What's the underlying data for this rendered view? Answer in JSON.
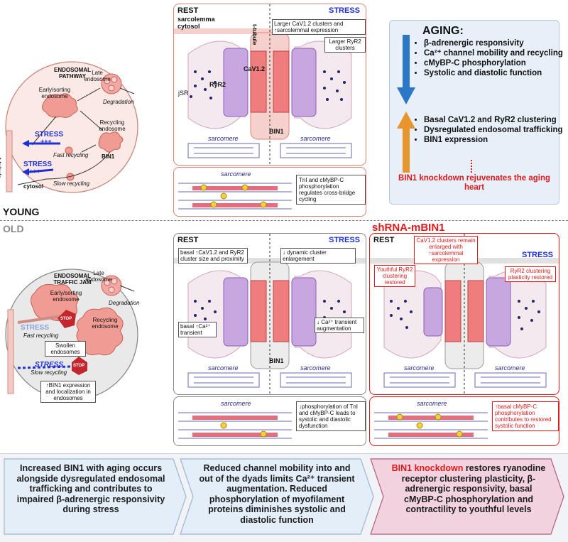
{
  "young": {
    "section_label": "YOUNG",
    "endosomal": {
      "title_line1": "ENDOSOMAL",
      "title_line2": "PATHWAY",
      "early": "Early/sorting endosome",
      "late": "Late endosome",
      "degradation": "Degradation",
      "recycling": "Recycling endosome",
      "bin1": "BIN1",
      "fast": "Fast recycling",
      "slow": "Slow recycling",
      "stress1": "STRESS",
      "plus1": "+++",
      "stress2": "STRESS",
      "plus2": "+++",
      "ttubule": "t-tubule",
      "cytosol": "cytosol"
    },
    "dyad": {
      "rest": "REST",
      "stress": "STRESS",
      "sarcolemma": "sarcolemma",
      "cytosol": "cytosol",
      "ttubule": "t-tubule",
      "cav": "CaV1.2",
      "ryr2": "RyR2",
      "jsr": "jSR",
      "bin1": "BIN1",
      "note_cav": "Larger CaV1.2 clusters and ↑sarcolemmal expression",
      "note_ryr": "Larger RyR2 clusters",
      "sarcomere_left": "sarcomere",
      "sarcomere_right": "sarcomere"
    },
    "myofil": {
      "sarcomere": "sarcomere",
      "note": "TnI and cMyBP-C phosphorylation regulates cross-bridge cycling"
    }
  },
  "aging_box": {
    "title": "AGING:",
    "down_items": [
      "β-adrenergic responsivity",
      "Ca²⁺ channel mobility and recycling",
      "cMyBP-C phosphorylation",
      "Systolic and diastolic function"
    ],
    "up_items": [
      "Basal CaV1.2 and RyR2 clustering",
      "Dysregulated endosomal trafficking",
      "BIN1 expression"
    ],
    "conclusion": "BIN1 knockdown rejuvenates the aging heart",
    "down_color": "#2b78c8",
    "up_color": "#e8952e"
  },
  "old": {
    "section_label": "OLD",
    "endosomal": {
      "title_line1": "ENDOSOMAL",
      "title_line2": "TRAFFIC JAM",
      "early": "Early/sorting endosome",
      "late": "Late endosome",
      "degradation": "Degradation",
      "recycling": "Recycling endosome",
      "stress1": "STRESS",
      "fast": "Fast recycling",
      "stop1": "STOP",
      "swollen": "Swollen endosomes",
      "stress2": "STRESS",
      "slow": "Slow recycling",
      "stop2": "STOP",
      "bin1_note": "↑BIN1 expression and localization in endosomes"
    },
    "dyad": {
      "rest": "REST",
      "stress": "STRESS",
      "note_basal": "basal ↑CaV1.2 and RyR2 cluster size and proximity",
      "note_dynamic": "↓ dynamic cluster enlargement",
      "note_transient": "basal ↑Ca²⁺ transient",
      "note_aug": "↓ Ca²⁺ transient augmentation",
      "bin1": "BIN1",
      "sarcomere_left": "sarcomere",
      "sarcomere_right": "sarcomere"
    },
    "myofil": {
      "sarcomere": "sarcomere",
      "note": "↓phosphorylation of TnI and cMyBP-C leads to systolic and diastolic dysfunction"
    }
  },
  "shrna": {
    "title": "shRNA-mBIN1",
    "color": "#e0191b",
    "rest": "REST",
    "stress": "STRESS",
    "note_cav": "CaV1.2 clusters remain enlarged with ↑sarcolemmal expression",
    "note_youthful": "Youthful RyR2 clustering restored",
    "note_plasticity": "RyR2 clustering plasticity restored",
    "sarcomere_left": "sarcomere",
    "sarcomere_right": "sarcomere",
    "myofil_sarcomere": "sarcomere",
    "myofil_note": "↑basal cMyBP-C phosphorylation contributes to restored systolic function"
  },
  "summary": {
    "left": "Increased BIN1 with aging occurs alongside dysregulated endosomal trafficking and contributes to impaired β-adrenergic responsivity during stress",
    "middle": "Reduced channel mobility into and out of the dyads limits Ca²⁺ transient augmentation. Reduced phosphorylation of myofilament proteins diminishes systolic and diastolic function",
    "right_highlight": "BIN1 knockdown",
    "right_rest": " restores ryanodine receptor clustering plasticity, β-adrenergic responsivity, basal cMyBP-C phosphorylation and contractility to youthful levels"
  }
}
